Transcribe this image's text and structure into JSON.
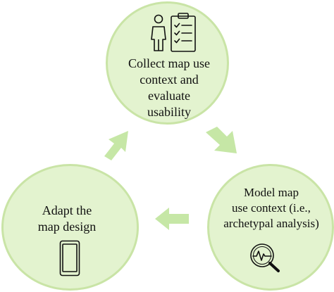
{
  "colors": {
    "circle_fill": "#e3f3cf",
    "circle_border": "#c9e4a6",
    "arrow": "#c6e7a6",
    "icon_stroke": "#111111"
  },
  "nodes": {
    "top": {
      "lines": [
        "Collect map use",
        "context and",
        "evaluate",
        "usability"
      ],
      "icons": [
        "person-icon",
        "checklist-clipboard-icon"
      ]
    },
    "right": {
      "lines": [
        "Model map",
        "use context (i.e.,",
        "archetypal analysis)"
      ],
      "icons": [
        "magnifier-chart-icon"
      ]
    },
    "left": {
      "lines": [
        "Adapt the",
        "map design"
      ],
      "icons": [
        "smartphone-icon"
      ]
    }
  },
  "edges": [
    {
      "from": "top",
      "to": "right"
    },
    {
      "from": "right",
      "to": "left"
    },
    {
      "from": "left",
      "to": "top"
    }
  ]
}
